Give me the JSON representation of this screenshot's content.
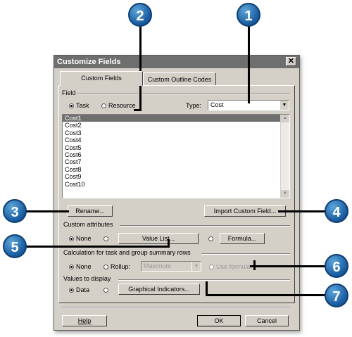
{
  "dialog": {
    "title": "Customize Fields",
    "close_label": "✕",
    "tabs": [
      {
        "label": "Custom Fields",
        "active": true
      },
      {
        "label": "Custom Outline Codes",
        "active": false
      }
    ],
    "field_section": {
      "label": "Field",
      "task_label": "Task",
      "resource_label": "Resource",
      "selected": "Task",
      "type_label": "Type:",
      "type_value": "Cost"
    },
    "fields_list": [
      "Cost1",
      "Cost2",
      "Cost3",
      "Cost4",
      "Cost5",
      "Cost6",
      "Cost7",
      "Cost8",
      "Cost9",
      "Cost10"
    ],
    "selected_field": "Cost1",
    "rename_button": "Rename...",
    "import_button": "Import Custom Field...",
    "custom_attributes": {
      "label": "Custom attributes",
      "none_label": "None",
      "value_list_button": "Value List...",
      "formula_button": "Formula..."
    },
    "calculation": {
      "label": "Calculation for task and group summary rows",
      "none_label": "None",
      "rollup_label": "Rollup:",
      "rollup_value": "Maximum",
      "use_formula_label": "Use formula"
    },
    "values_to_display": {
      "label": "Values to display",
      "data_label": "Data",
      "graphical_button": "Graphical Indicators..."
    },
    "help_button": "Help",
    "ok_button": "OK",
    "cancel_button": "Cancel"
  },
  "callouts": [
    "1",
    "2",
    "3",
    "4",
    "5",
    "6",
    "7"
  ],
  "colors": {
    "callout": "#1b5fa3",
    "titlebar": "#6e6e6e",
    "dialog_bg": "#d4d0c8"
  }
}
